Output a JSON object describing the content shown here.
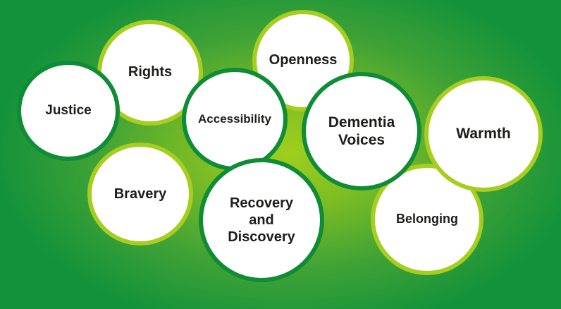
{
  "colors": {
    "background_center": "#9fcf1c",
    "background_edge": "#13923a",
    "ring_dark": "#0f8c36",
    "ring_light": "#a6cd1f",
    "circle_fill": "#ffffff",
    "text": "#1d1d1b"
  },
  "values": [
    {
      "id": "justice",
      "label": "Justice",
      "ring": "dark"
    },
    {
      "id": "rights",
      "label": "Rights",
      "ring": "light"
    },
    {
      "id": "openness",
      "label": "Openness",
      "ring": "light"
    },
    {
      "id": "accessibility",
      "label": "Accessibility",
      "ring": "dark"
    },
    {
      "id": "dementia-voices",
      "label": "Dementia\nVoices",
      "ring": "dark"
    },
    {
      "id": "warmth",
      "label": "Warmth",
      "ring": "light"
    },
    {
      "id": "bravery",
      "label": "Bravery",
      "ring": "light"
    },
    {
      "id": "recovery-and-discovery",
      "label": "Recovery\nand\nDiscovery",
      "ring": "dark"
    },
    {
      "id": "belonging",
      "label": "Belonging",
      "ring": "light"
    }
  ]
}
